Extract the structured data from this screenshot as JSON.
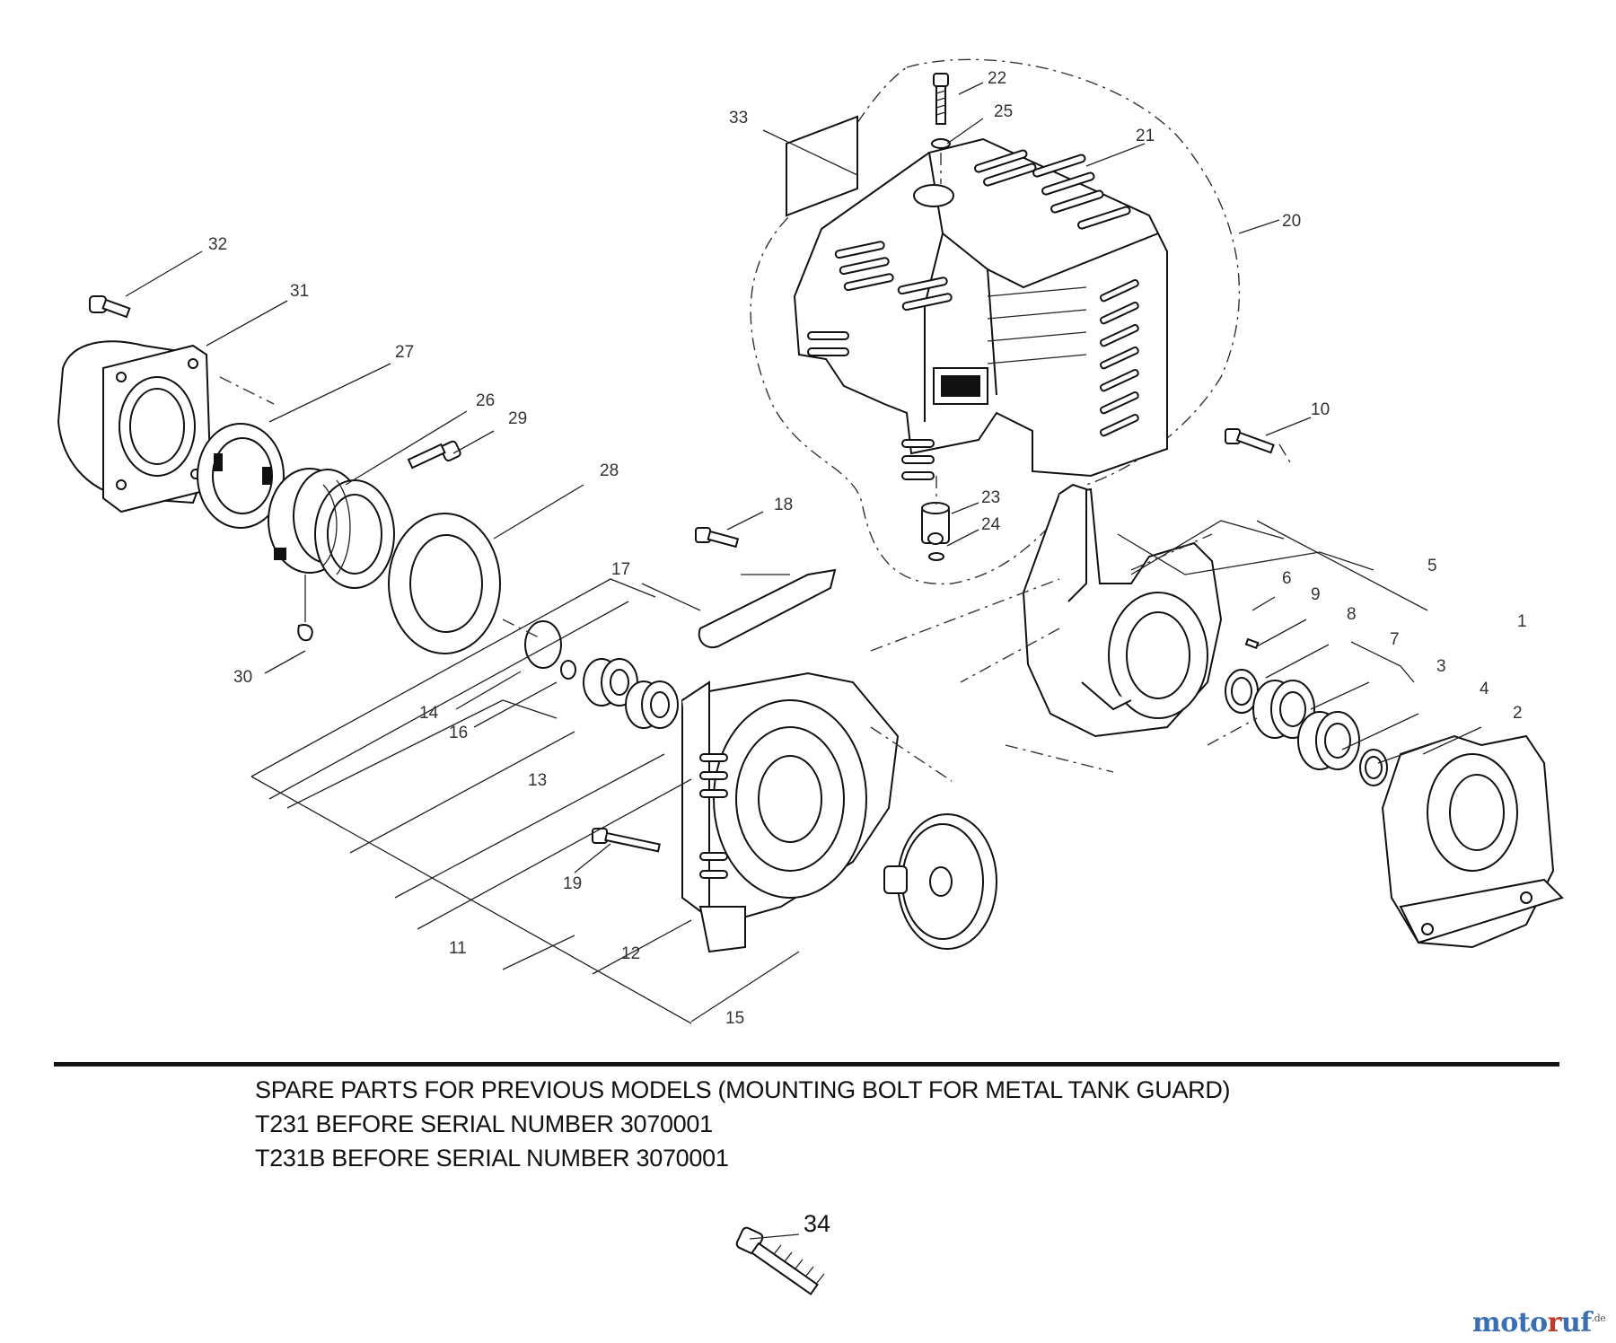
{
  "callouts": {
    "c1": "1",
    "c2": "2",
    "c3": "3",
    "c4": "4",
    "c5": "5",
    "c6": "6",
    "c7": "7",
    "c8": "8",
    "c9": "9",
    "c10": "10",
    "c11": "11",
    "c12": "12",
    "c13": "13",
    "c14": "14",
    "c15": "15",
    "c16": "16",
    "c17": "17",
    "c18": "18",
    "c19": "19",
    "c20": "20",
    "c21": "21",
    "c22": "22",
    "c23": "23",
    "c24": "24",
    "c25": "25",
    "c26": "26",
    "c27": "27",
    "c28": "28",
    "c29": "29",
    "c30": "30",
    "c31": "31",
    "c32": "32",
    "c33": "33",
    "c34": "34"
  },
  "notes": {
    "line1": "SPARE PARTS FOR PREVIOUS MODELS (MOUNTING BOLT FOR METAL TANK GUARD)",
    "line2": "T231 BEFORE SERIAL NUMBER 3070001",
    "line3": "T231B BEFORE SERIAL NUMBER 3070001"
  },
  "watermark": {
    "part1": "moto",
    "part2": "r",
    "part3": "uf",
    "suffix": ".de"
  },
  "colors": {
    "ink": "#111111",
    "logo_blue": "#3b6fb3",
    "logo_red": "#c0392b"
  }
}
